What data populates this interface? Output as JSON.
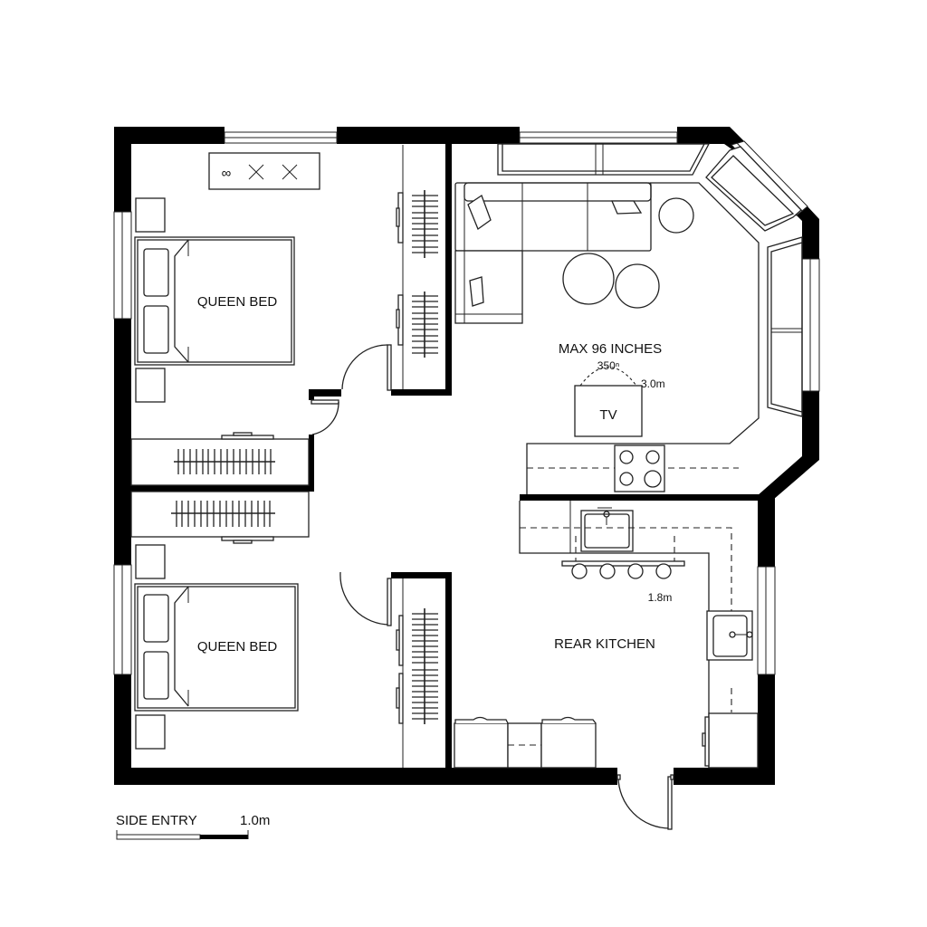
{
  "plan": {
    "rooms": {
      "bedroom_1": {
        "label": "QUEEN BED"
      },
      "bedroom_2": {
        "label": "QUEEN BED"
      },
      "living": {
        "tv_label": "TV",
        "tv_note": "MAX 96 INCHES",
        "tv_arc_dim": "350ⁿ",
        "tv_dim": "3.0m"
      },
      "kitchen": {
        "label": "REAR KITCHEN",
        "dim": "1.8m"
      }
    },
    "dresser_icons": [
      "∞",
      "×",
      "×"
    ],
    "scale_bar": {
      "label": "SIDE ENTRY",
      "length": "1.0m"
    },
    "colors": {
      "wall": "#000000",
      "line": "#222222",
      "background": "#ffffff"
    }
  }
}
